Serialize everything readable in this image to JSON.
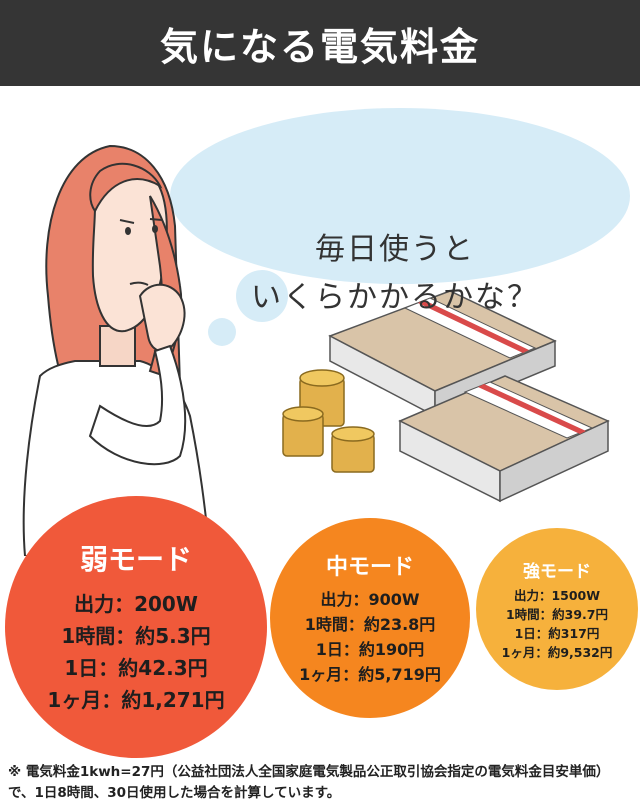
{
  "title": "気になる電気料金",
  "bubble": {
    "line1": "毎日使うと",
    "line2": "いくらかかるかな？"
  },
  "modes": [
    {
      "name": "弱モード",
      "color": "#f0593a",
      "lines": [
        "出力：200W",
        "1時間：約5.3円",
        "1日：約42.3円",
        "1ヶ月：約1,271円"
      ]
    },
    {
      "name": "中モード",
      "color": "#f5861f",
      "lines": [
        "出力：900W",
        "1時間：約23.8円",
        "1日：約190円",
        "1ヶ月：約5,719円"
      ]
    },
    {
      "name": "強モード",
      "color": "#f6b13c",
      "lines": [
        "出力：1500W",
        "1時間：約39.7円",
        "1日：約317円",
        "1ヶ月：約9,532円"
      ]
    }
  ],
  "footnote": "※ 電気料金1kwh=27円（公益社団法人全国家庭電気製品公正取引協会指定の電気料金目安単価）で、1日8時間、30日使用した場合を計算しています。"
}
